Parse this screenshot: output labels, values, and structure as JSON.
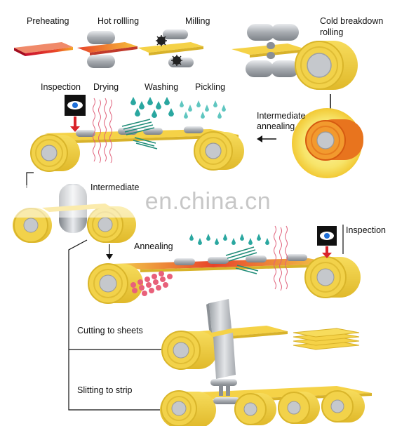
{
  "labels": {
    "preheating": "Preheating",
    "hot_rolling": "Hot rollling",
    "milling": "Milling",
    "cold_breakdown": "Cold breakdown",
    "cold_breakdown_2": "rolling",
    "inspection_1": "Inspection",
    "drying": "Drying",
    "washing": "Washing",
    "pickling": "Pickling",
    "intermediate_annealing_1": "Intermediate",
    "intermediate_annealing_2": "annealing",
    "intermediate_partial": "Intermediate",
    "annealing": "Annealing",
    "inspection_2": "Inspection",
    "cutting": "Cutting to sheets",
    "slitting": "Slitting to strip"
  },
  "watermark": "en.china.cn",
  "colors": {
    "coil_yellow": "#f2d24a",
    "coil_edge": "#d9b52a",
    "hot_red": "#d9242a",
    "hot_orange": "#f28c1e",
    "roller_gray": "#b9bcc0",
    "spray_teal": "#2aa7a0",
    "pink_drops": "#e8607a"
  }
}
